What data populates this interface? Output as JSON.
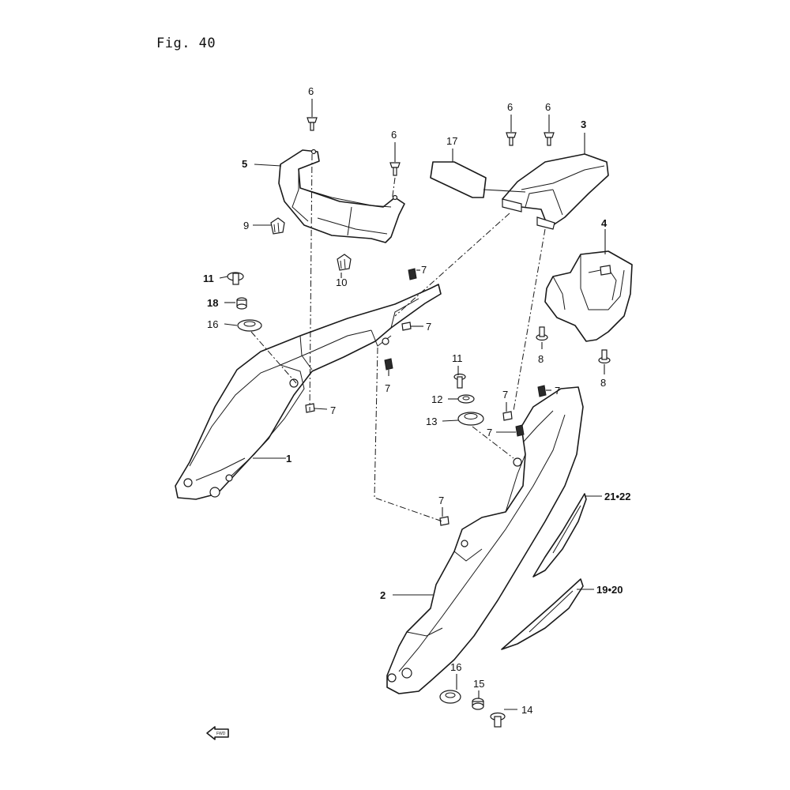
{
  "figure": {
    "title": "Fig. 40"
  },
  "callouts": {
    "c1": "1",
    "c2": "2",
    "c3": "3",
    "c4": "4",
    "c5": "5",
    "c6a": "6",
    "c6b": "6",
    "c6c": "6",
    "c6d": "6",
    "c7a": "7",
    "c7b": "7",
    "c7c": "7",
    "c7d": "7",
    "c7e": "7",
    "c7f": "7",
    "c7g": "7",
    "c7h": "7",
    "c8a": "8",
    "c8b": "8",
    "c9": "9",
    "c10": "10",
    "c11a": "11",
    "c11b": "11",
    "c12": "12",
    "c13": "13",
    "c14": "14",
    "c15": "15",
    "c16a": "16",
    "c16b": "16",
    "c17": "17",
    "c18": "18",
    "c19_20": "19•20",
    "c21_22": "21•22"
  },
  "direction_arrow": {
    "label": "FWD"
  }
}
